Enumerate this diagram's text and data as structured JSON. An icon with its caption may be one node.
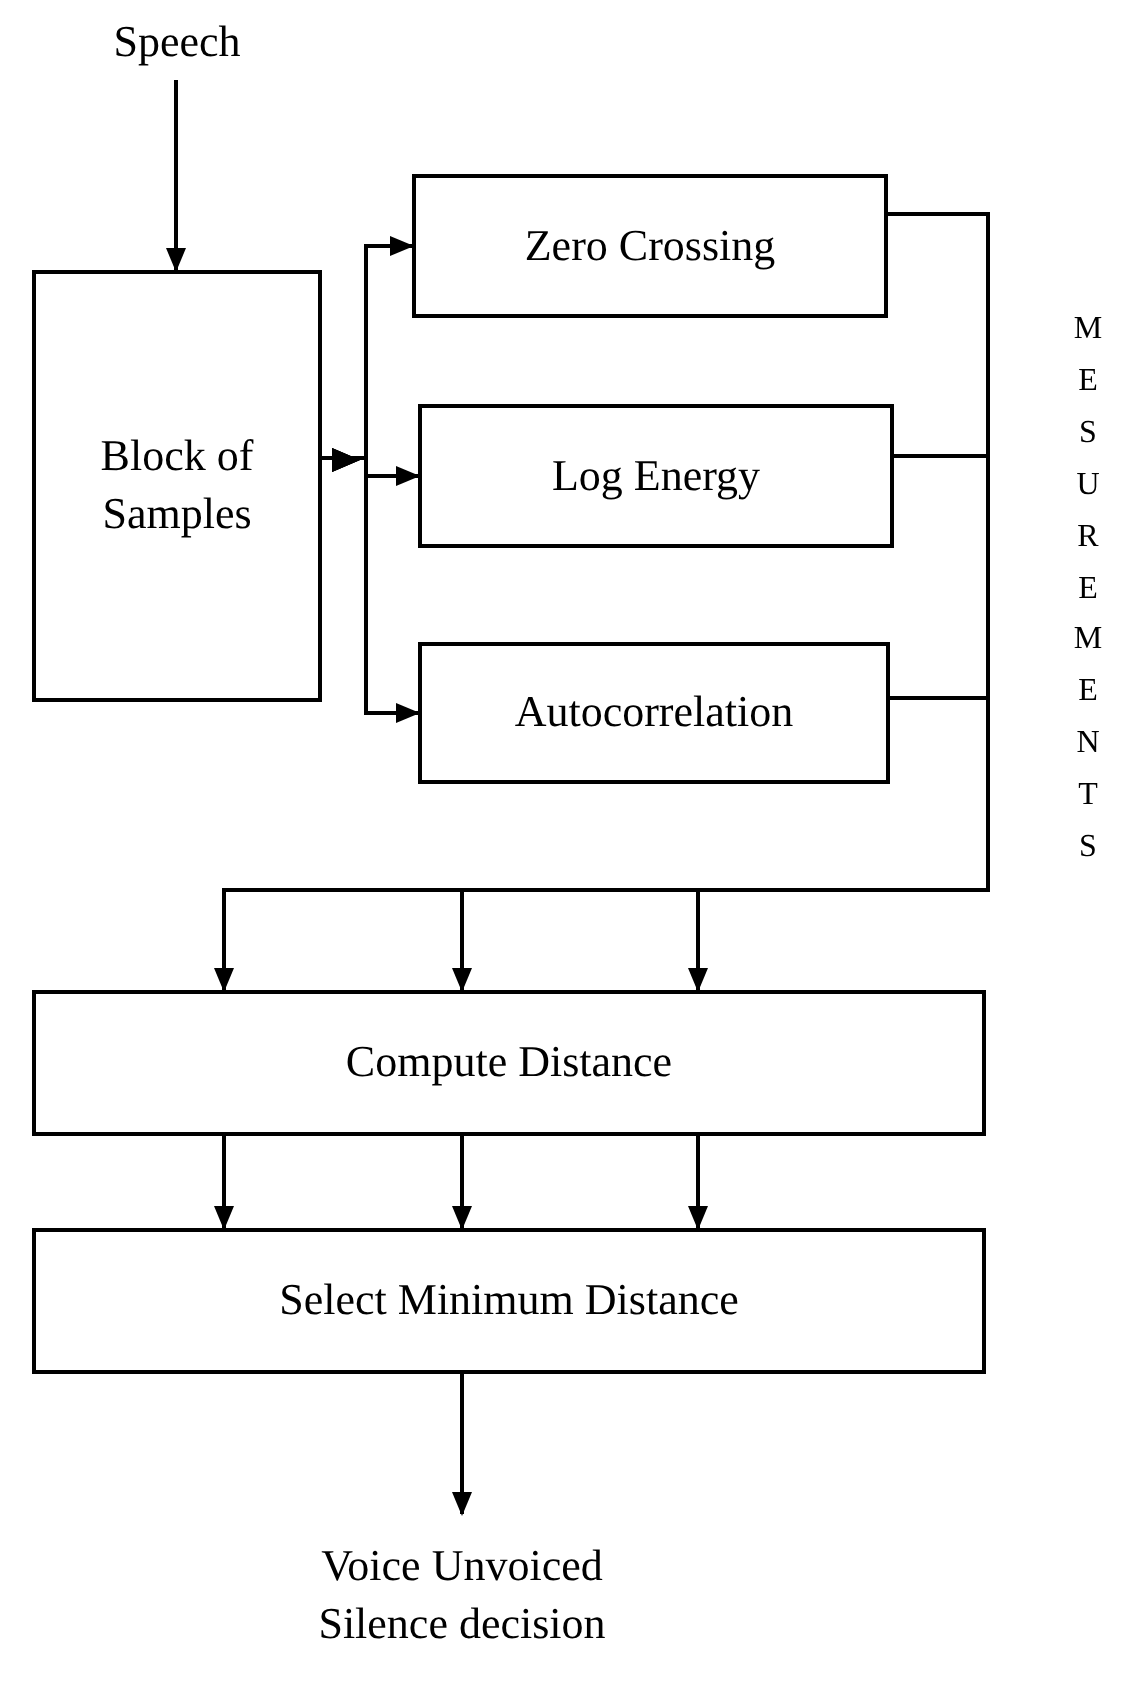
{
  "diagram": {
    "nodes": [
      {
        "text": [
          "Speech"
        ]
      },
      {
        "text": [
          "Block of Samples"
        ]
      },
      {
        "text": [
          "Zero Crossing"
        ]
      },
      {
        "text": [
          "Log Energy"
        ]
      },
      {
        "text": [
          "Autocorrelation"
        ]
      },
      {
        "text": [
          "Compute Distance"
        ]
      },
      {
        "text": [
          "Select Minimum Distance"
        ]
      },
      {
        "text": [
          "Voice Unvoiced Silence decision"
        ]
      }
    ],
    "edges": [
      {
        "from": 0,
        "to": 1,
        "arrow": "to"
      },
      {
        "from": 1,
        "to": 2,
        "arrow": "to"
      },
      {
        "from": 1,
        "to": 3,
        "arrow": "to"
      },
      {
        "from": 1,
        "to": 4,
        "arrow": "to"
      },
      {
        "from": 2,
        "to": 5,
        "arrow": "to"
      },
      {
        "from": 3,
        "to": 5,
        "arrow": "to"
      },
      {
        "from": 4,
        "to": 5,
        "arrow": "to"
      },
      {
        "from": 5,
        "to": 6,
        "arrow": "to"
      },
      {
        "from": 5,
        "to": 6,
        "arrow": "to"
      },
      {
        "from": 5,
        "to": 6,
        "arrow": "to"
      },
      {
        "from": 6,
        "to": 7,
        "arrow": "to"
      }
    ],
    "labels": [
      "MESUREMENTS"
    ]
  }
}
